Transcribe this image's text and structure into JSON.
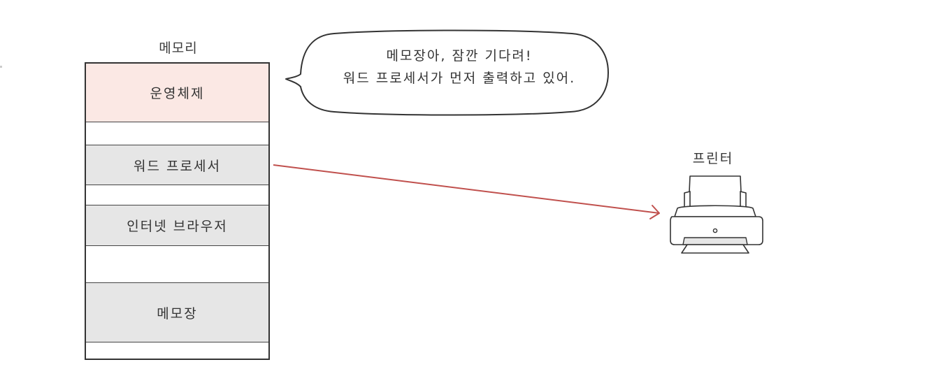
{
  "memory": {
    "title": "메모리",
    "blocks": [
      {
        "label": "운영체제",
        "color": "#fbe8e4"
      },
      {
        "label": "워드 프로세서",
        "color": "#e6e6e6"
      },
      {
        "label": "인터넷 브라우저",
        "color": "#e6e6e6"
      },
      {
        "label": "메모장",
        "color": "#e6e6e6"
      }
    ]
  },
  "speech_bubble": {
    "lines": [
      "메모장아, 잠깐 기다려!",
      "워드 프로세서가 먼저 출력하고 있어."
    ]
  },
  "printer": {
    "label": "프린터",
    "icon": "printer-icon"
  },
  "arrow": {
    "from": "워드 프로세서",
    "to": "프린터",
    "color": "#c0504d"
  }
}
